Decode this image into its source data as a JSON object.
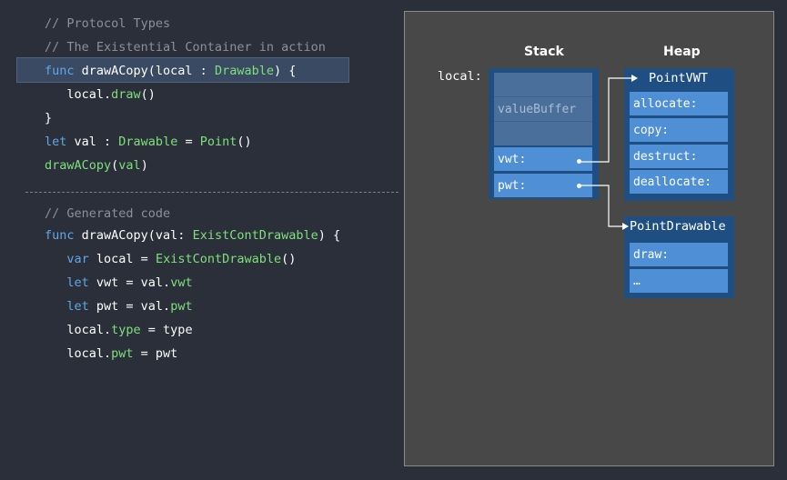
{
  "code": {
    "lines": [
      {
        "segments": [
          {
            "t": "// Protocol Types",
            "c": "comment"
          }
        ]
      },
      {
        "segments": [
          {
            "t": "// The Existential Container in action",
            "c": "comment"
          }
        ]
      },
      {
        "segments": [
          {
            "t": "func",
            "c": "kw"
          },
          {
            "t": " drawACopy(local : ",
            "c": ""
          },
          {
            "t": "Drawable",
            "c": "ty"
          },
          {
            "t": ") {",
            "c": ""
          }
        ]
      },
      {
        "segments": [
          {
            "t": "   local.",
            "c": ""
          },
          {
            "t": "draw",
            "c": "ty"
          },
          {
            "t": "()",
            "c": ""
          }
        ]
      },
      {
        "segments": [
          {
            "t": "}",
            "c": ""
          }
        ]
      },
      {
        "segments": [
          {
            "t": "let",
            "c": "kw"
          },
          {
            "t": " val : ",
            "c": ""
          },
          {
            "t": "Drawable",
            "c": "ty"
          },
          {
            "t": " = ",
            "c": ""
          },
          {
            "t": "Point",
            "c": "ty"
          },
          {
            "t": "()",
            "c": ""
          }
        ]
      },
      {
        "segments": [
          {
            "t": "drawACopy",
            "c": "ty"
          },
          {
            "t": "(",
            "c": ""
          },
          {
            "t": "val",
            "c": "ty"
          },
          {
            "t": ")",
            "c": ""
          }
        ]
      },
      {
        "segments": [
          {
            "t": "// Generated code",
            "c": "comment"
          }
        ]
      },
      {
        "segments": [
          {
            "t": "func",
            "c": "kw"
          },
          {
            "t": " drawACopy(val: ",
            "c": ""
          },
          {
            "t": "ExistContDrawable",
            "c": "ty"
          },
          {
            "t": ") {",
            "c": ""
          }
        ]
      },
      {
        "segments": [
          {
            "t": "   ",
            "c": ""
          },
          {
            "t": "var",
            "c": "kw"
          },
          {
            "t": " local = ",
            "c": ""
          },
          {
            "t": "ExistContDrawable",
            "c": "ty"
          },
          {
            "t": "()",
            "c": ""
          }
        ]
      },
      {
        "segments": [
          {
            "t": "   ",
            "c": ""
          },
          {
            "t": "let",
            "c": "kw"
          },
          {
            "t": " vwt = val.",
            "c": ""
          },
          {
            "t": "vwt",
            "c": "ty"
          }
        ]
      },
      {
        "segments": [
          {
            "t": "   ",
            "c": ""
          },
          {
            "t": "let",
            "c": "kw"
          },
          {
            "t": " pwt = val.",
            "c": ""
          },
          {
            "t": "pwt",
            "c": "ty"
          }
        ]
      },
      {
        "segments": [
          {
            "t": "   local.",
            "c": ""
          },
          {
            "t": "type",
            "c": "ty"
          },
          {
            "t": " = type",
            "c": ""
          }
        ]
      },
      {
        "segments": [
          {
            "t": "   local.",
            "c": ""
          },
          {
            "t": "pwt",
            "c": "ty"
          },
          {
            "t": " = pwt",
            "c": ""
          }
        ]
      }
    ]
  },
  "diagram": {
    "stack_header": "Stack",
    "heap_header": "Heap",
    "local_label": "local:",
    "stack_cells": [
      "",
      "valueBuffer",
      "",
      "vwt:",
      "pwt:"
    ],
    "vwt_box": {
      "title": "PointVWT",
      "cells": [
        "allocate:",
        "copy:",
        "destruct:",
        "deallocate:"
      ]
    },
    "pwt_box": {
      "title": "PointDrawable",
      "cells": [
        "draw:",
        "…"
      ]
    }
  },
  "colors": {
    "background": "#2b2f3a",
    "panel": "#484848",
    "comment": "#8a909c",
    "keyword": "#5fa8e8",
    "type": "#7ee07a",
    "box_dark": "#1f4f82",
    "cell": "#4f8fd6"
  }
}
